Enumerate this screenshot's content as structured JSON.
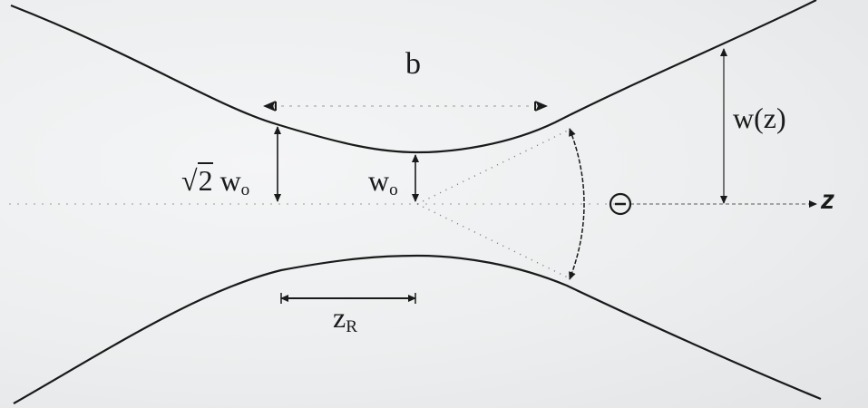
{
  "diagram": {
    "title": "Gaussian beam waist diagram",
    "labels": {
      "b": "b",
      "sqrt2": "√",
      "sqrt2_num": "2",
      "w0_a": "w",
      "w0_a_sub": "o",
      "w0_b": "w",
      "w0_b_sub": "o",
      "wz": "w(z)",
      "zr": "z",
      "zr_sub": "R",
      "theta": "Θ",
      "z_axis": "z"
    },
    "colors": {
      "line": "#1a1a1a",
      "dotted": "#555555",
      "background": "#eceeef"
    },
    "elements": [
      "upper beam envelope curve",
      "lower beam envelope curve",
      "optical axis (z) arrow",
      "confocal parameter b dimension",
      "sqrt(2) w0 arrow at Rayleigh range",
      "w0 waist arrow",
      "w(z) arrow",
      "z_R Rayleigh range arrow",
      "divergence angle Theta arc with asymptote dotted lines"
    ]
  }
}
